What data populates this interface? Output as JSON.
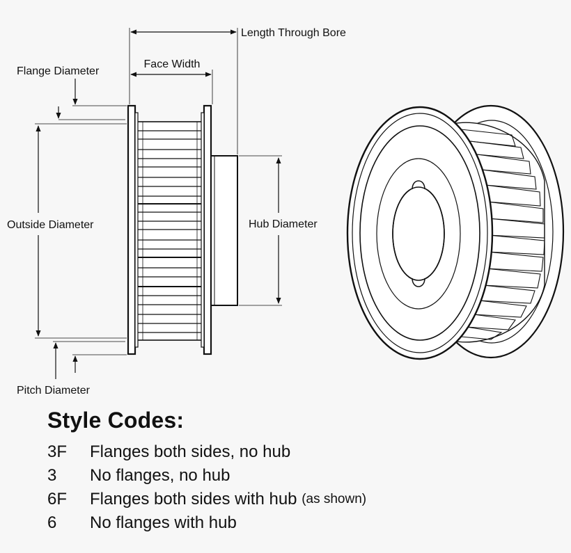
{
  "labels": {
    "length_through_bore": "Length Through Bore",
    "face_width": "Face Width",
    "flange_diameter": "Flange Diameter",
    "outside_diameter": "Outside Diameter",
    "hub_diameter": "Hub Diameter",
    "pitch_diameter": "Pitch Diameter"
  },
  "style_codes": {
    "title": "Style Codes:",
    "items": [
      {
        "code": "3F",
        "desc": "Flanges both sides, no hub",
        "note": ""
      },
      {
        "code": "3",
        "desc": "No flanges, no hub",
        "note": ""
      },
      {
        "code": "6F",
        "desc": "Flanges both sides with hub",
        "note": "(as shown)"
      },
      {
        "code": "6",
        "desc": "No flanges with hub",
        "note": ""
      }
    ]
  },
  "colors": {
    "line": "#111111",
    "background": "#f7f7f7"
  }
}
